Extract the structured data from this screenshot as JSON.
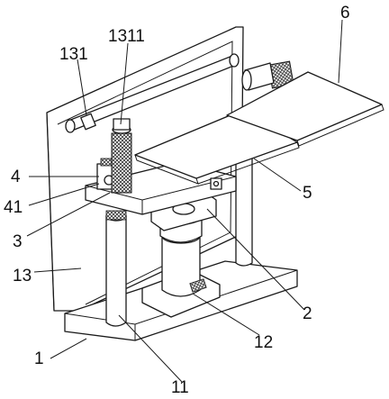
{
  "colors": {
    "line": "#1a1a1a",
    "background": "#ffffff",
    "hatch": "#333333"
  },
  "labels": {
    "l1": "1",
    "l2": "2",
    "l3": "3",
    "l4": "4",
    "l41": "41",
    "l5": "5",
    "l6": "6",
    "l11": "11",
    "l12": "12",
    "l13": "13",
    "l131": "131",
    "l1311": "1311"
  }
}
